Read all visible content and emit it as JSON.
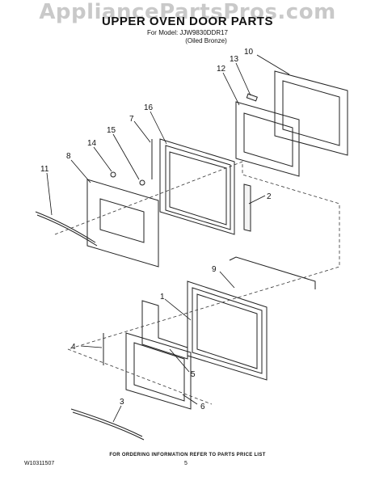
{
  "header": {
    "watermark": "AppliancePartsPros.com",
    "title": "UPPER OVEN DOOR PARTS",
    "model_line": "For Model: JJW9830DDR17",
    "variant": "(Oiled Bronze)"
  },
  "footer": {
    "note": "FOR ORDERING INFORMATION REFER TO PARTS PRICE LIST",
    "doc_number": "W10311507",
    "page_number": "5"
  },
  "callouts": [
    "1",
    "2",
    "3",
    "4",
    "5",
    "6",
    "7",
    "8",
    "9",
    "10",
    "11",
    "12",
    "13",
    "14",
    "15",
    "16"
  ]
}
